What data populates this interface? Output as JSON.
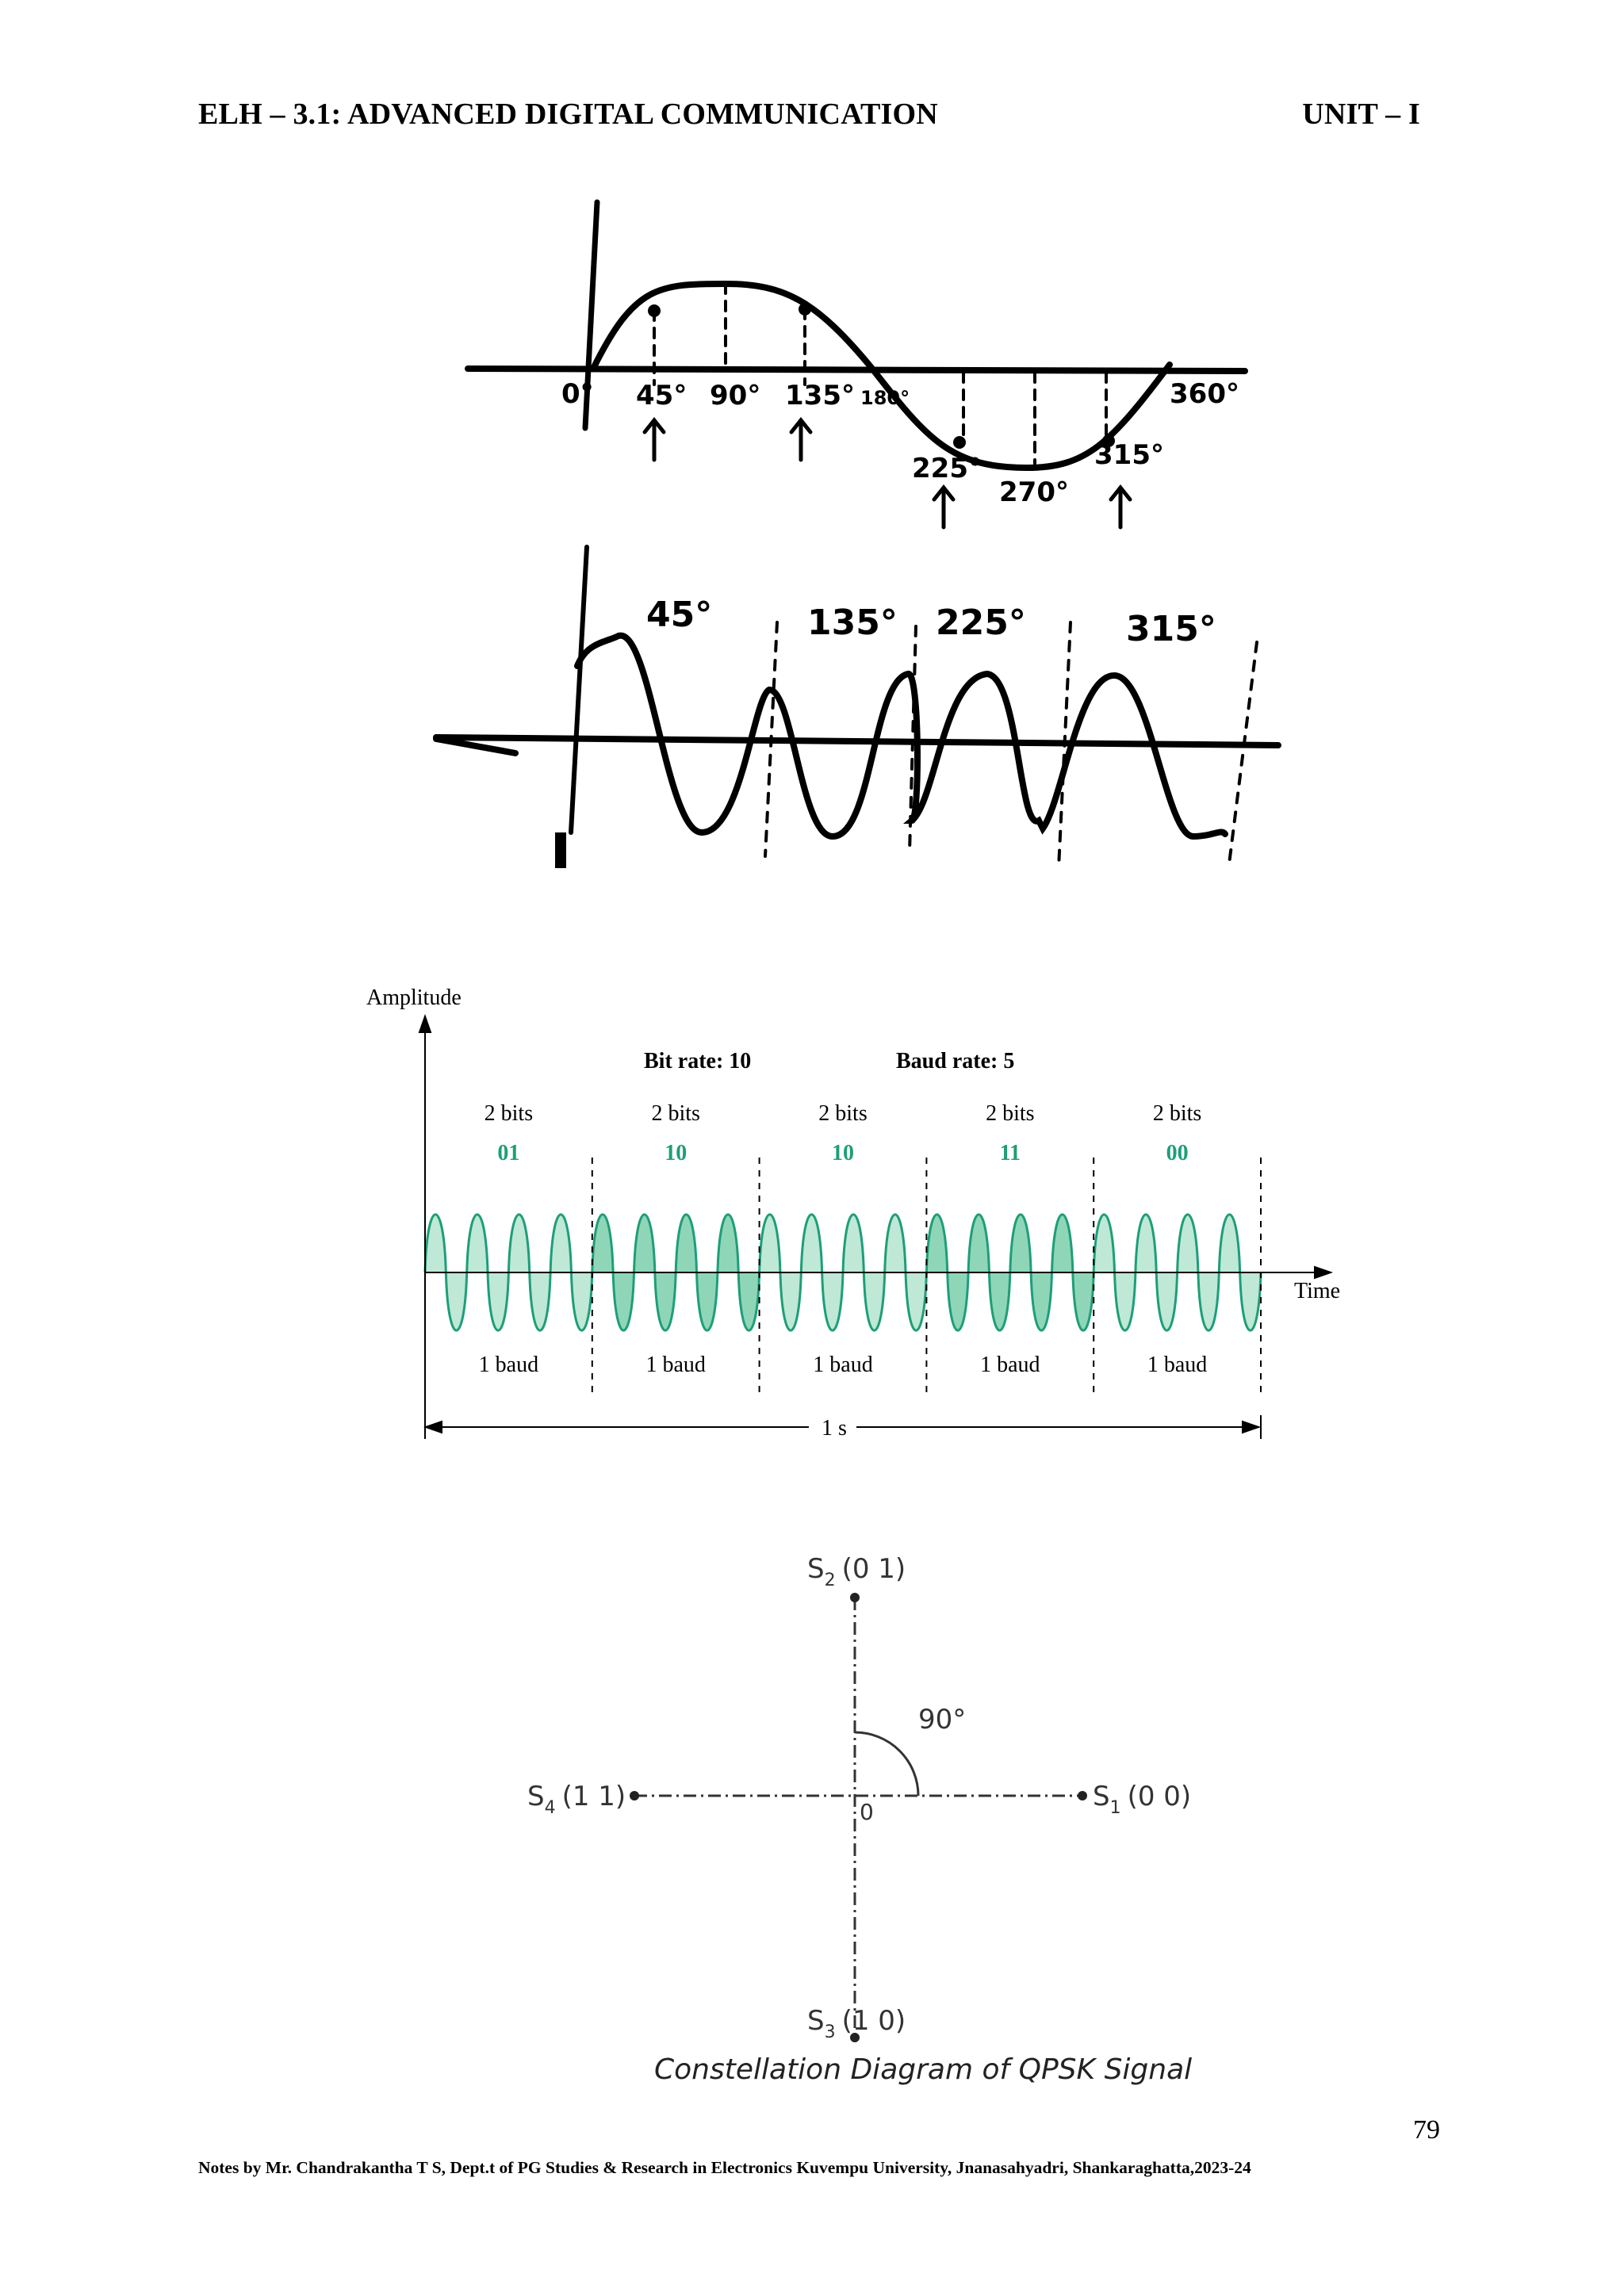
{
  "header": {
    "left": "ELH – 3.1: ADVANCED DIGITAL COMMUNICATION",
    "right": "UNIT – I"
  },
  "fig1": {
    "labels": [
      "0°",
      "45°",
      "90°",
      "135°",
      "180°",
      "225°",
      "270°",
      "315°",
      "360°"
    ]
  },
  "fig2": {
    "labels": [
      "45°",
      "135°",
      "225°",
      "315°"
    ]
  },
  "fig3": {
    "y_axis": "Amplitude",
    "x_axis": "Time",
    "bit_rate": "Bit rate: 10",
    "baud_rate": "Baud rate: 5",
    "bits_label": "2 bits",
    "codes": [
      "01",
      "10",
      "10",
      "11",
      "00"
    ],
    "baud_label": "1 baud",
    "duration": "1 s",
    "accent_color": "#1e9e78",
    "fill_color": "#bfe8d6"
  },
  "fig4": {
    "points": [
      {
        "sub": "2",
        "bits": "(0 1)"
      },
      {
        "sub": "1",
        "bits": "(0 0)"
      },
      {
        "sub": "4",
        "bits": "(1 1)"
      },
      {
        "sub": "3",
        "bits": "(1 0)"
      }
    ],
    "s": "S",
    "angle": "90°",
    "origin": "0",
    "caption": "Constellation Diagram of QPSK Signal"
  },
  "page_number": "79",
  "footer": "Notes by Mr. Chandrakantha T S, Dept.t of PG Studies & Research in Electronics Kuvempu University, Jnanasahyadri, Shankaraghatta,2023-24"
}
